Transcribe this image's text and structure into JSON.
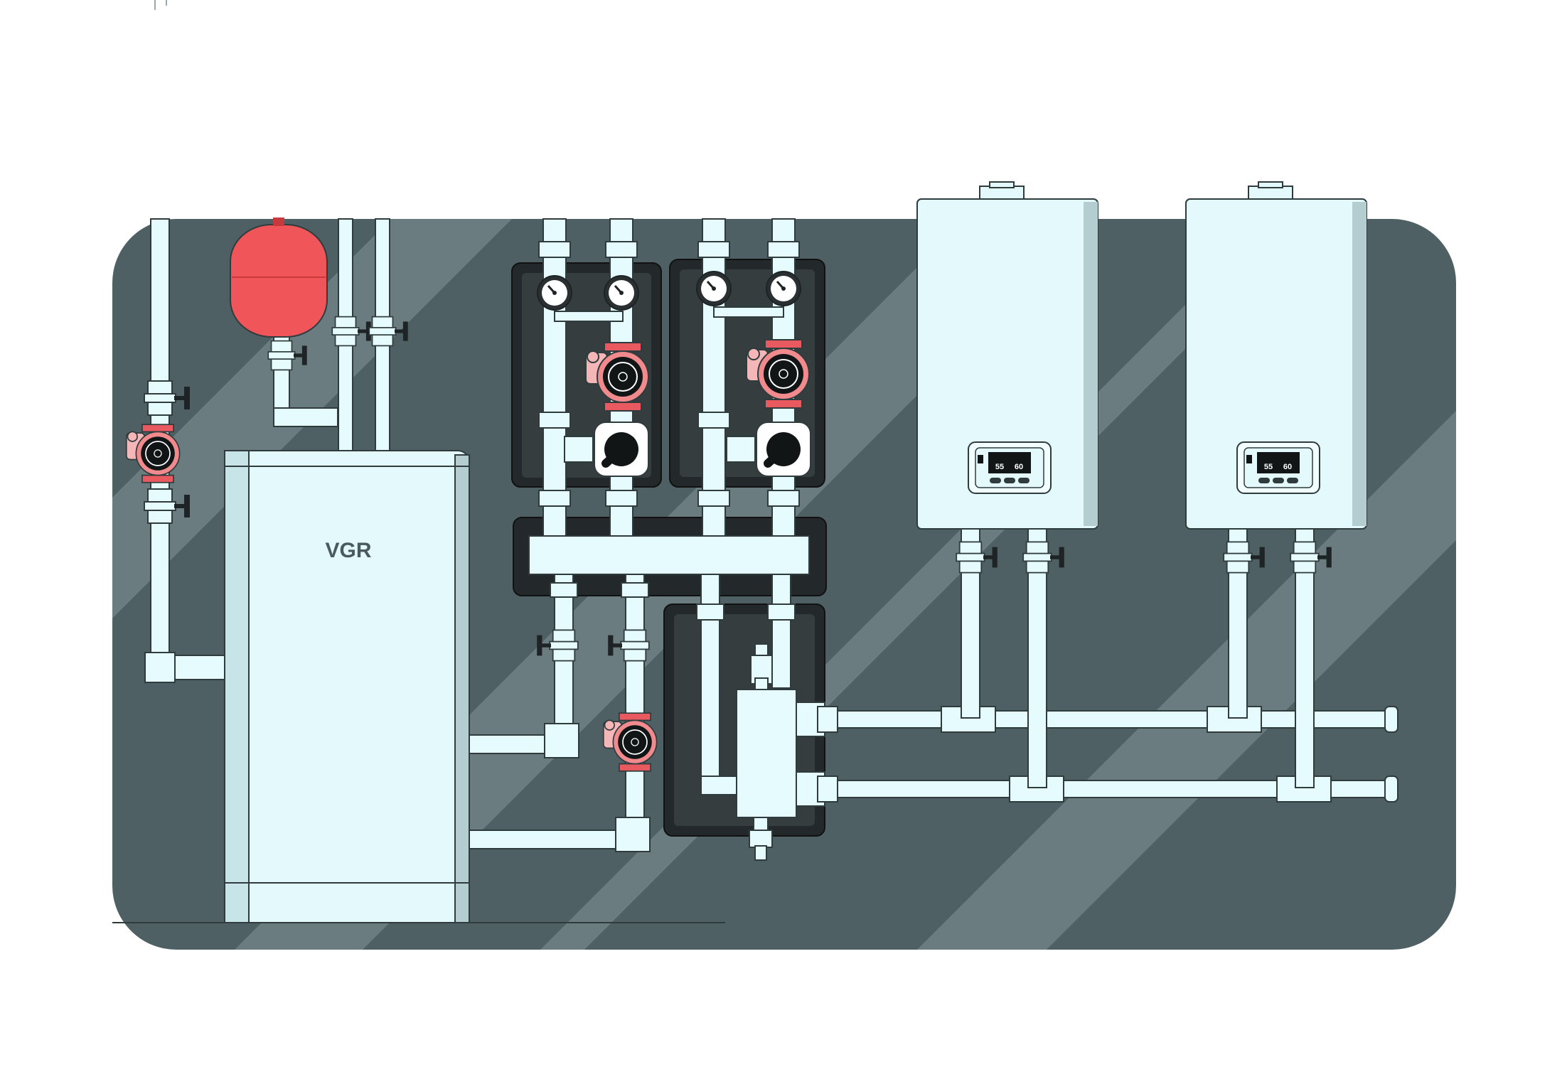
{
  "boiler": {
    "brand": "VGR"
  },
  "wall_boilers": [
    {
      "display_left": "55",
      "display_right": "60"
    },
    {
      "display_left": "55",
      "display_right": "60"
    }
  ],
  "colors": {
    "wall_dark": "#4f6064",
    "wall_light": "#6b7c80",
    "pipe": "#e6fbfd",
    "pipe_edge": "#2f3b3d",
    "pump_red": "#e85a5f",
    "vessel_red": "#f0555a",
    "cabinet": "#23292b",
    "boiler_body": "#e3f9fc"
  }
}
